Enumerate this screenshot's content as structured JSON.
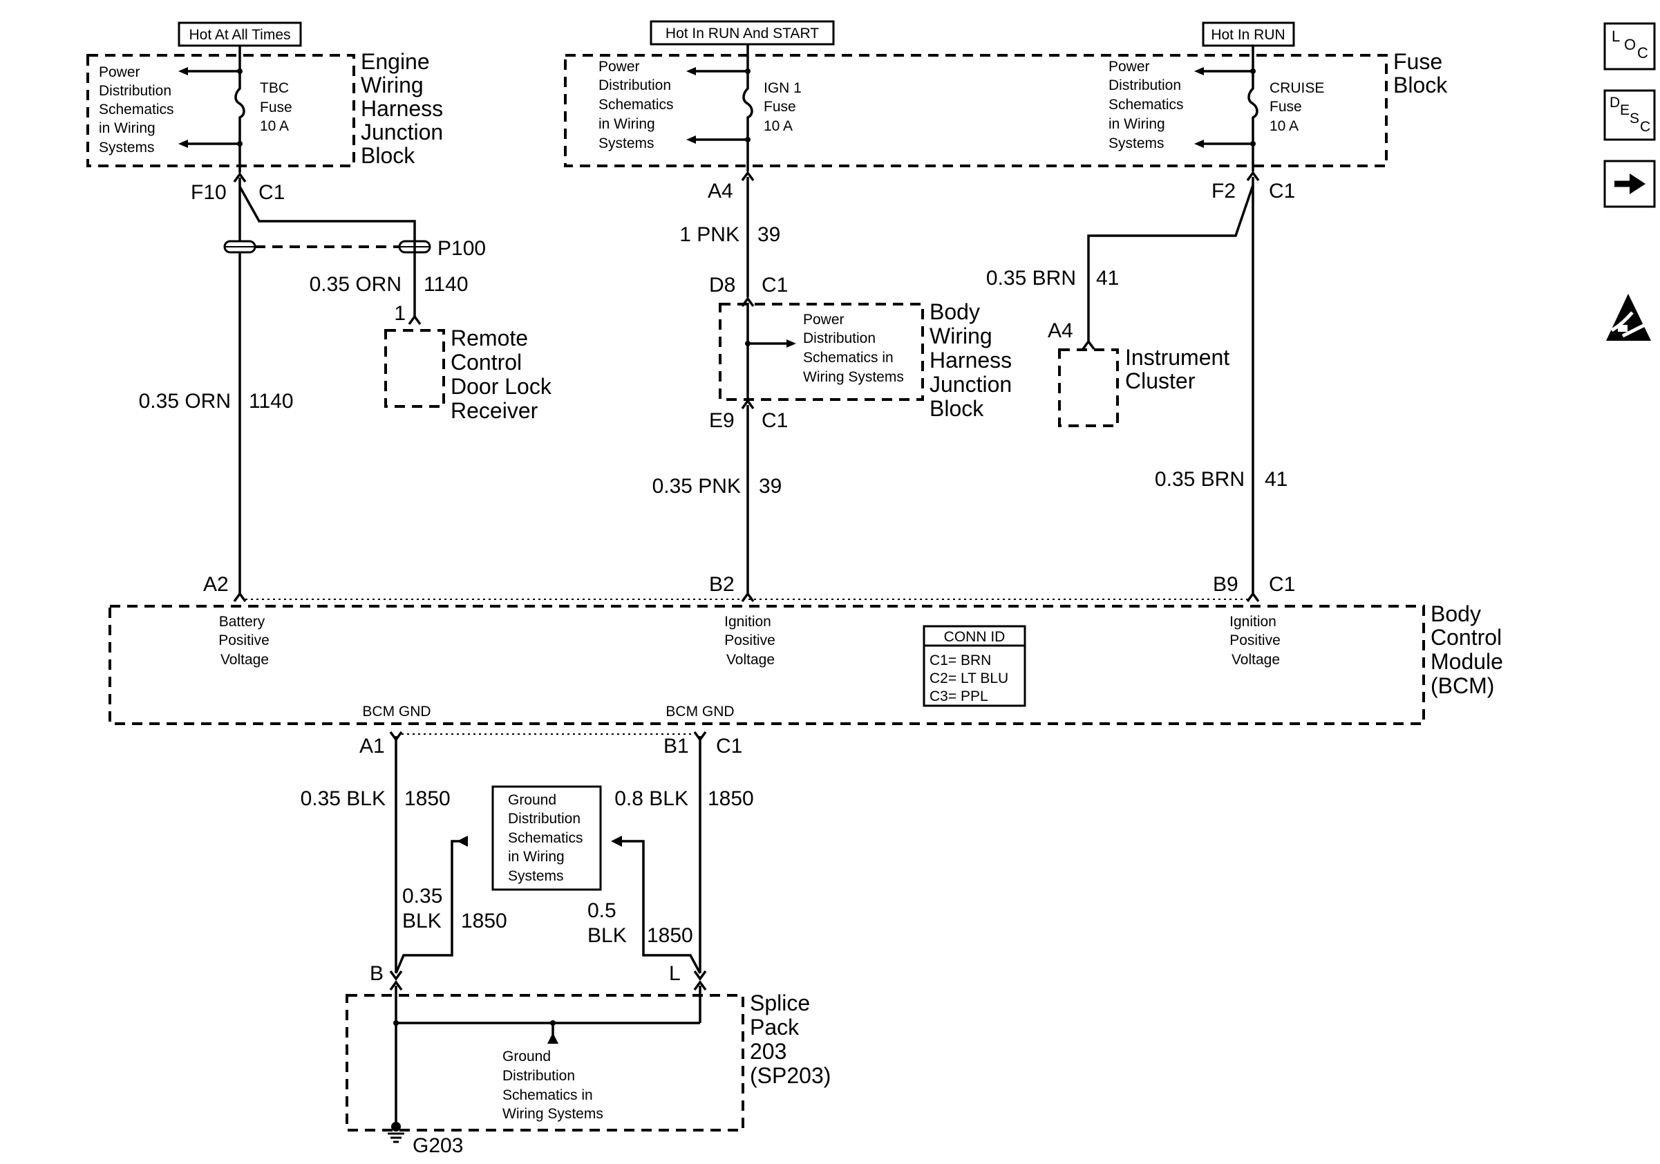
{
  "headers": {
    "hot_all_times": "Hot At All Times",
    "hot_run_start": "Hot In RUN And START",
    "hot_run": "Hot In RUN"
  },
  "nav_icons": [
    {
      "name": "loc-icon",
      "text": "L O C"
    },
    {
      "name": "desc-icon",
      "text": "D E S C"
    },
    {
      "name": "next-arrow-icon",
      "text": "→"
    },
    {
      "name": "esd-warning-icon",
      "text": ""
    }
  ],
  "components": {
    "engine_jb": [
      "Engine",
      "Wiring",
      "Harness",
      "Junction",
      "Block"
    ],
    "fuse_block": [
      "Fuse",
      "Block"
    ],
    "remote": [
      "Remote",
      "Control",
      "Door Lock",
      "Receiver"
    ],
    "body_jb": [
      "Body",
      "Wiring",
      "Harness",
      "Junction",
      "Block"
    ],
    "instrument": [
      "Instrument",
      "Cluster"
    ],
    "bcm": [
      "Body",
      "Control",
      "Module",
      "(BCM)"
    ],
    "splice": [
      "Splice",
      "Pack",
      "203",
      "(SP203)"
    ]
  },
  "power_dist_text": [
    "Power",
    "Distribution",
    "Schematics",
    "in Wiring",
    "Systems"
  ],
  "body_pd_text": [
    "Power",
    "Distribution",
    "Schematics in",
    "Wiring Systems"
  ],
  "fuses": {
    "tbc": [
      "TBC",
      "Fuse",
      "10 A"
    ],
    "ign1": [
      "IGN 1",
      "Fuse",
      "10 A"
    ],
    "cruise": [
      "CRUISE",
      "Fuse",
      "10 A"
    ]
  },
  "connectors": {
    "f10": "F10",
    "c1_a": "C1",
    "p100": "P100",
    "pin1": "1",
    "a4": "A4",
    "d8": "D8",
    "c1_d8": "C1",
    "e9": "E9",
    "c1_e9": "C1",
    "f2": "F2",
    "c1_f2": "C1",
    "a4_ic": "A4",
    "a2": "A2",
    "b2": "B2",
    "b9": "B9",
    "c1_b9": "C1",
    "a1": "A1",
    "b1": "B1",
    "c1_b1": "C1",
    "b": "B",
    "l": "L",
    "g203": "G203"
  },
  "wires": {
    "orn_top_size": "0.35 ORN",
    "orn_top_ckt": "1140",
    "orn_size": "0.35 ORN",
    "orn_ckt": "1140",
    "pnk1_size": "1 PNK",
    "pnk1_ckt": "39",
    "pnk_size": "0.35 PNK",
    "pnk_ckt": "39",
    "brn_top_size": "0.35 BRN",
    "brn_top_ckt": "41",
    "brn_size": "0.35 BRN",
    "brn_ckt": "41",
    "blk1_size": "0.35 BLK",
    "blk1_ckt": "1850",
    "blk2_size": "0.8 BLK",
    "blk2_ckt": "1850",
    "blk3_size": [
      "0.35",
      "BLK"
    ],
    "blk3_ckt": "1850",
    "blk4_size": [
      "0.5",
      "BLK"
    ],
    "blk4_ckt": "1850"
  },
  "bcm_inputs": {
    "battery": [
      "Battery",
      "Positive",
      "Voltage"
    ],
    "ign1": [
      "Ignition",
      "Positive",
      "Voltage"
    ],
    "ign2": [
      "Ignition",
      "Positive",
      "Voltage"
    ],
    "gnd1": "BCM GND",
    "gnd2": "BCM GND"
  },
  "conn_id": {
    "title": "CONN ID",
    "rows": [
      "C1= BRN",
      "C2= LT BLU",
      "C3= PPL"
    ]
  },
  "ground_dist_box": [
    "Ground",
    "Distribution",
    "Schematics",
    "in Wiring",
    "Systems"
  ],
  "splice_ground_text": [
    "Ground",
    "Distribution",
    "Schematics in",
    "Wiring Systems"
  ]
}
